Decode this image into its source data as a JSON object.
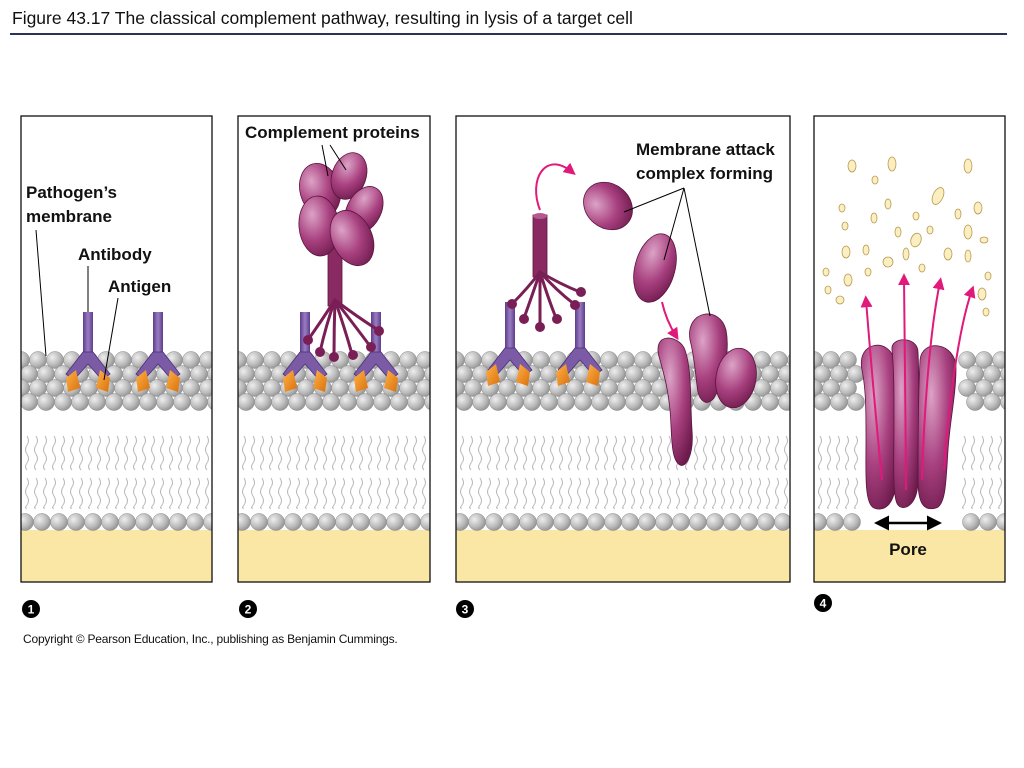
{
  "figure": {
    "title": "Figure 43.17  The classical complement pathway, resulting in lysis of a target cell",
    "copyright": "Copyright © Pearson Education, Inc., publishing as Benjamin Cummings."
  },
  "panels": [
    {
      "step": "1",
      "labels": {
        "pathogen_membrane_line1": "Pathogen’s",
        "pathogen_membrane_line2": "membrane",
        "antibody": "Antibody",
        "antigen": "Antigen"
      }
    },
    {
      "step": "2",
      "labels": {
        "complement_proteins": "Complement proteins"
      }
    },
    {
      "step": "3",
      "labels": {
        "mac_line1": "Membrane attack",
        "mac_line2": "complex forming"
      }
    },
    {
      "step": "4",
      "labels": {
        "pore": "Pore"
      }
    }
  ],
  "colors": {
    "antibody": "#7b5aa6",
    "antigen": "#f08c1a",
    "complement": "#a8407f",
    "complement_dark": "#7a1f55",
    "arrow": "#e0197a",
    "lipid_head": "#b8b8b8",
    "cytoplasm": "#fae7a6"
  }
}
